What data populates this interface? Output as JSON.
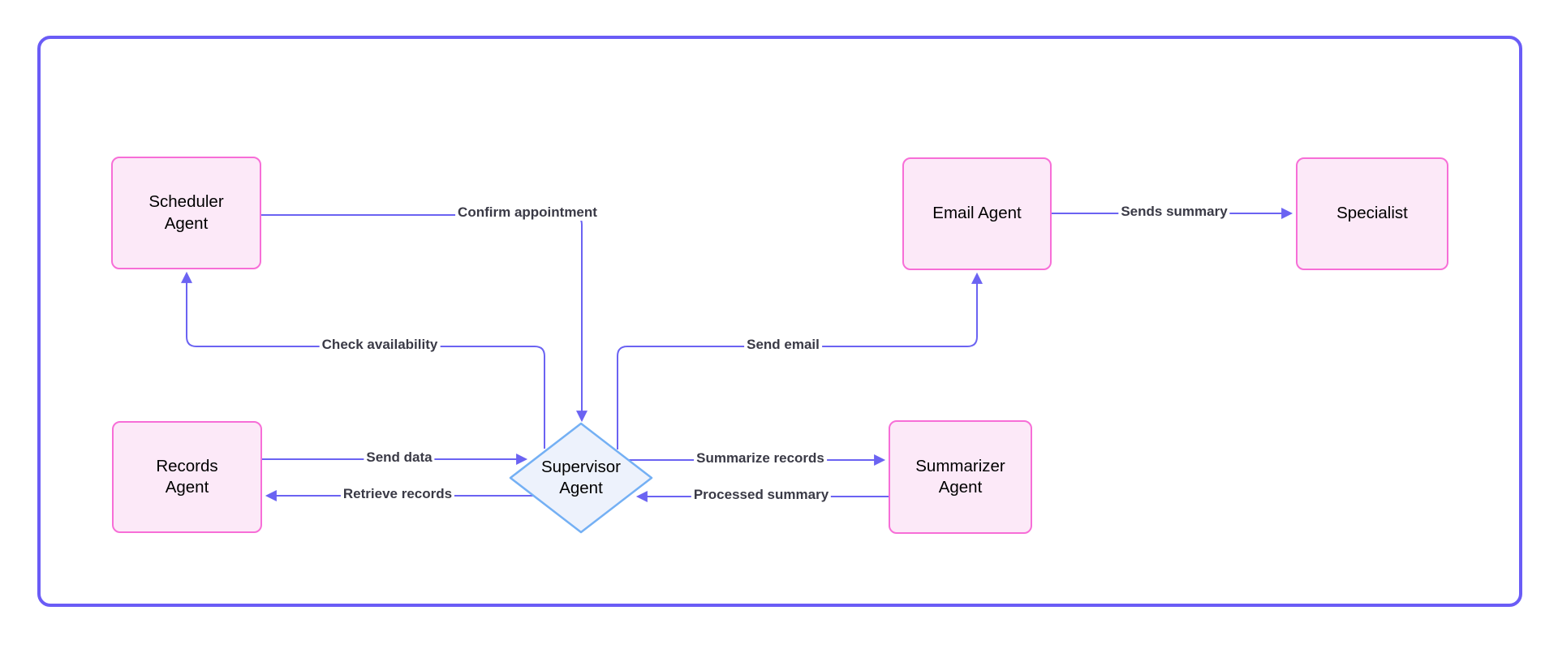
{
  "colors": {
    "frame": "#6a5cf6",
    "edge": "#6b63f2",
    "node_fill": "#fce9f8",
    "node_stroke": "#f76ed7",
    "diamond_fill": "#edf2fc",
    "diamond_stroke": "#74b0f4",
    "node_text": "#000000",
    "label_text": "#3a3a46"
  },
  "nodes": {
    "scheduler": {
      "label": "Scheduler\nAgent"
    },
    "records": {
      "label": "Records\nAgent"
    },
    "supervisor": {
      "label": "Supervisor\nAgent"
    },
    "summarizer": {
      "label": "Summarizer\nAgent"
    },
    "email": {
      "label": "Email Agent"
    },
    "specialist": {
      "label": "Specialist"
    }
  },
  "edges": {
    "confirm_appointment": {
      "label": "Confirm appointment",
      "from": "Scheduler Agent",
      "to": "Supervisor Agent"
    },
    "check_availability": {
      "label": "Check availability",
      "from": "Supervisor Agent",
      "to": "Scheduler Agent"
    },
    "send_data": {
      "label": "Send data",
      "from": "Records Agent",
      "to": "Supervisor Agent"
    },
    "retrieve_records": {
      "label": "Retrieve records",
      "from": "Supervisor Agent",
      "to": "Records Agent"
    },
    "summarize_records": {
      "label": "Summarize records",
      "from": "Supervisor Agent",
      "to": "Summarizer Agent"
    },
    "processed_summary": {
      "label": "Processed summary",
      "from": "Summarizer Agent",
      "to": "Supervisor Agent"
    },
    "send_email": {
      "label": "Send email",
      "from": "Supervisor Agent",
      "to": "Email Agent"
    },
    "sends_summary": {
      "label": "Sends summary",
      "from": "Email Agent",
      "to": "Specialist"
    }
  }
}
